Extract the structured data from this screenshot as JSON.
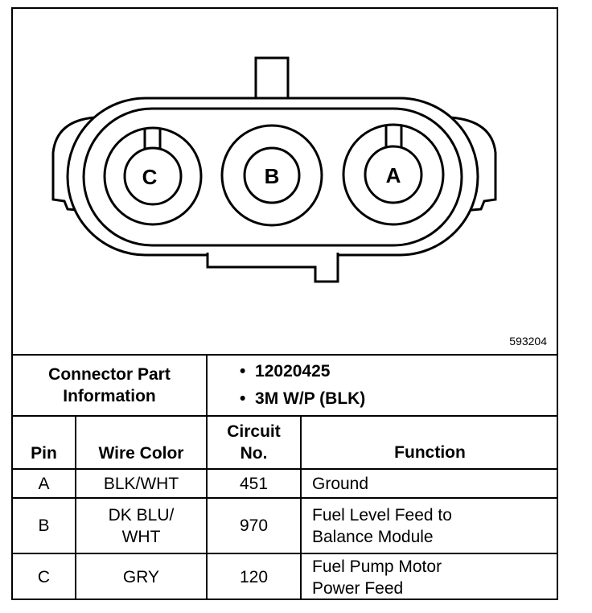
{
  "figure_id": "593204",
  "pins": [
    {
      "label": "C"
    },
    {
      "label": "B"
    },
    {
      "label": "A"
    }
  ],
  "connector_info": {
    "label": "Connector Part\nInformation",
    "items": [
      "12020425",
      "3M W/P (BLK)"
    ]
  },
  "table": {
    "headers": {
      "pin": "Pin",
      "wire_color": "Wire Color",
      "circuit": "Circuit\nNo.",
      "function": "Function"
    },
    "rows": [
      {
        "pin": "A",
        "wire_color": "BLK/WHT",
        "circuit": "451",
        "function": "Ground"
      },
      {
        "pin": "B",
        "wire_color": "DK BLU/\nWHT",
        "circuit": "970",
        "function": "Fuel Level Feed to\nBalance Module"
      },
      {
        "pin": "C",
        "wire_color": "GRY",
        "circuit": "120",
        "function": "Fuel Pump Motor\nPower Feed"
      }
    ]
  }
}
